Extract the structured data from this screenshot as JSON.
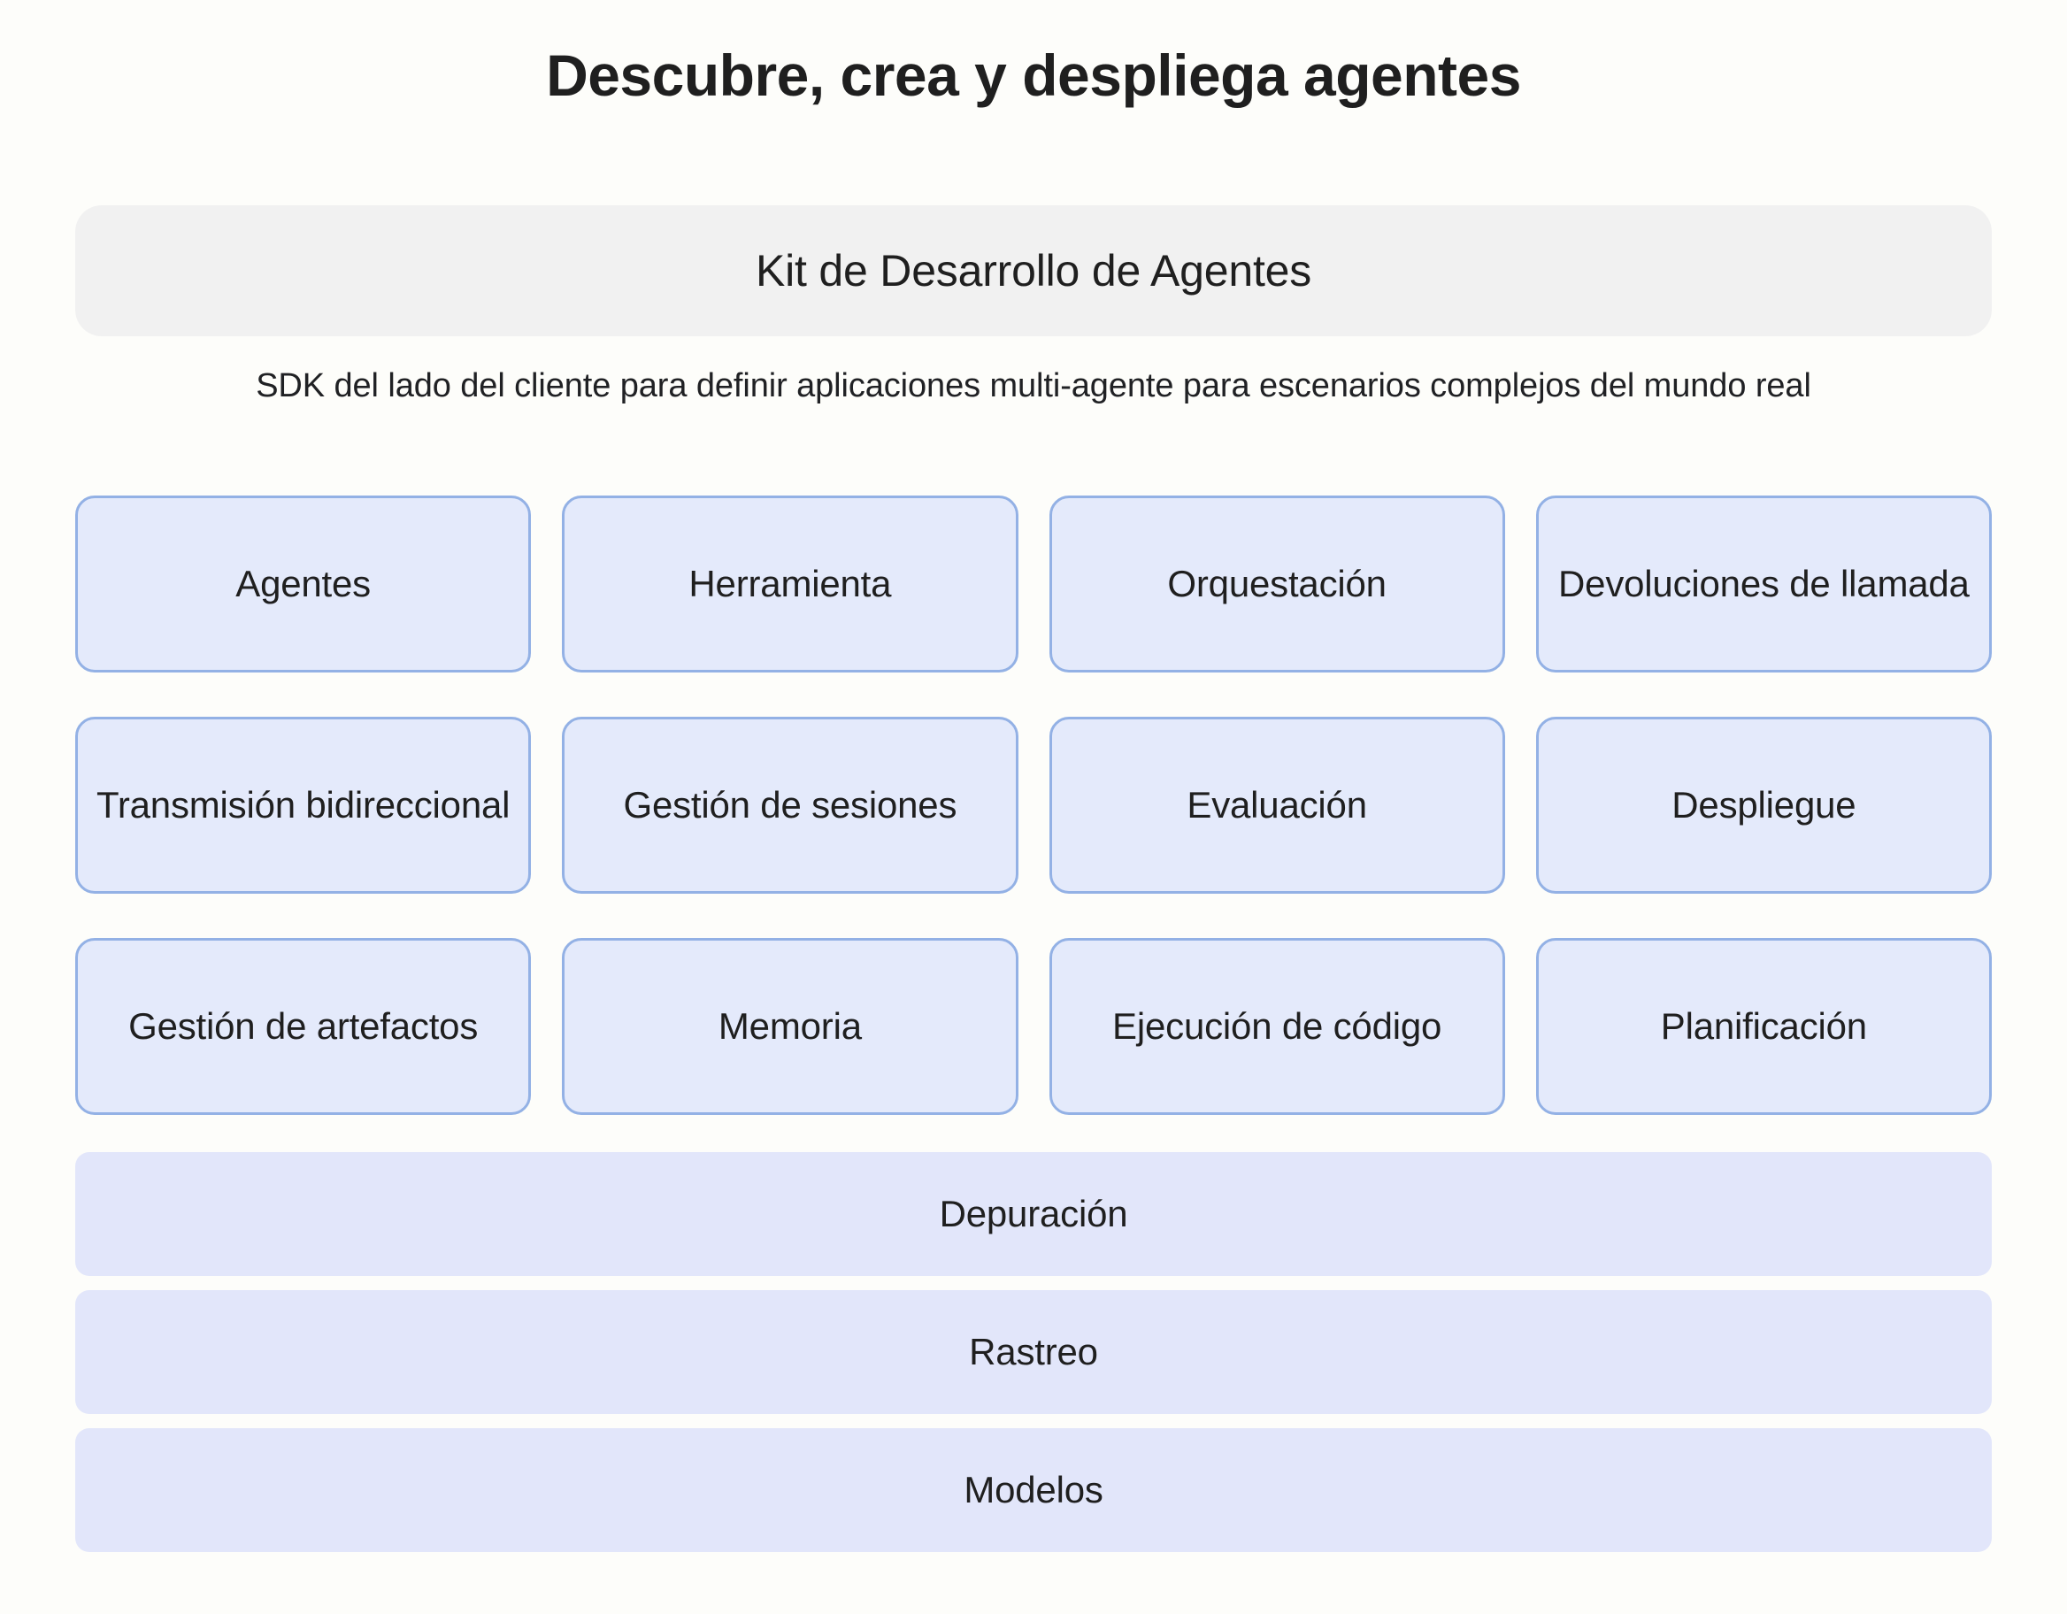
{
  "title": "Descubre, crea y despliega agentes",
  "header": {
    "pill_label": "Kit de Desarrollo de Agentes"
  },
  "subtitle": "SDK del lado del cliente para definir aplicaciones multi-agente para escenarios complejos del mundo real",
  "colors": {
    "page_background": "#fdfdfa",
    "header_pill_background": "#f1f1f1",
    "card_fill": "#e4eafb",
    "card_border": "#93b1e5",
    "bar_fill": "#e2e6fa",
    "text": "#1f1f1f"
  },
  "cards": [
    {
      "label": "Agentes"
    },
    {
      "label": "Herramienta"
    },
    {
      "label": "Orquestación"
    },
    {
      "label": "Devoluciones de llamada"
    },
    {
      "label": "Transmisión bidireccional"
    },
    {
      "label": "Gestión de sesiones"
    },
    {
      "label": "Evaluación"
    },
    {
      "label": "Despliegue"
    },
    {
      "label": "Gestión de artefactos"
    },
    {
      "label": "Memoria"
    },
    {
      "label": "Ejecución de código"
    },
    {
      "label": "Planificación"
    }
  ],
  "bars": [
    {
      "label": "Depuración"
    },
    {
      "label": "Rastreo"
    },
    {
      "label": "Modelos"
    }
  ]
}
